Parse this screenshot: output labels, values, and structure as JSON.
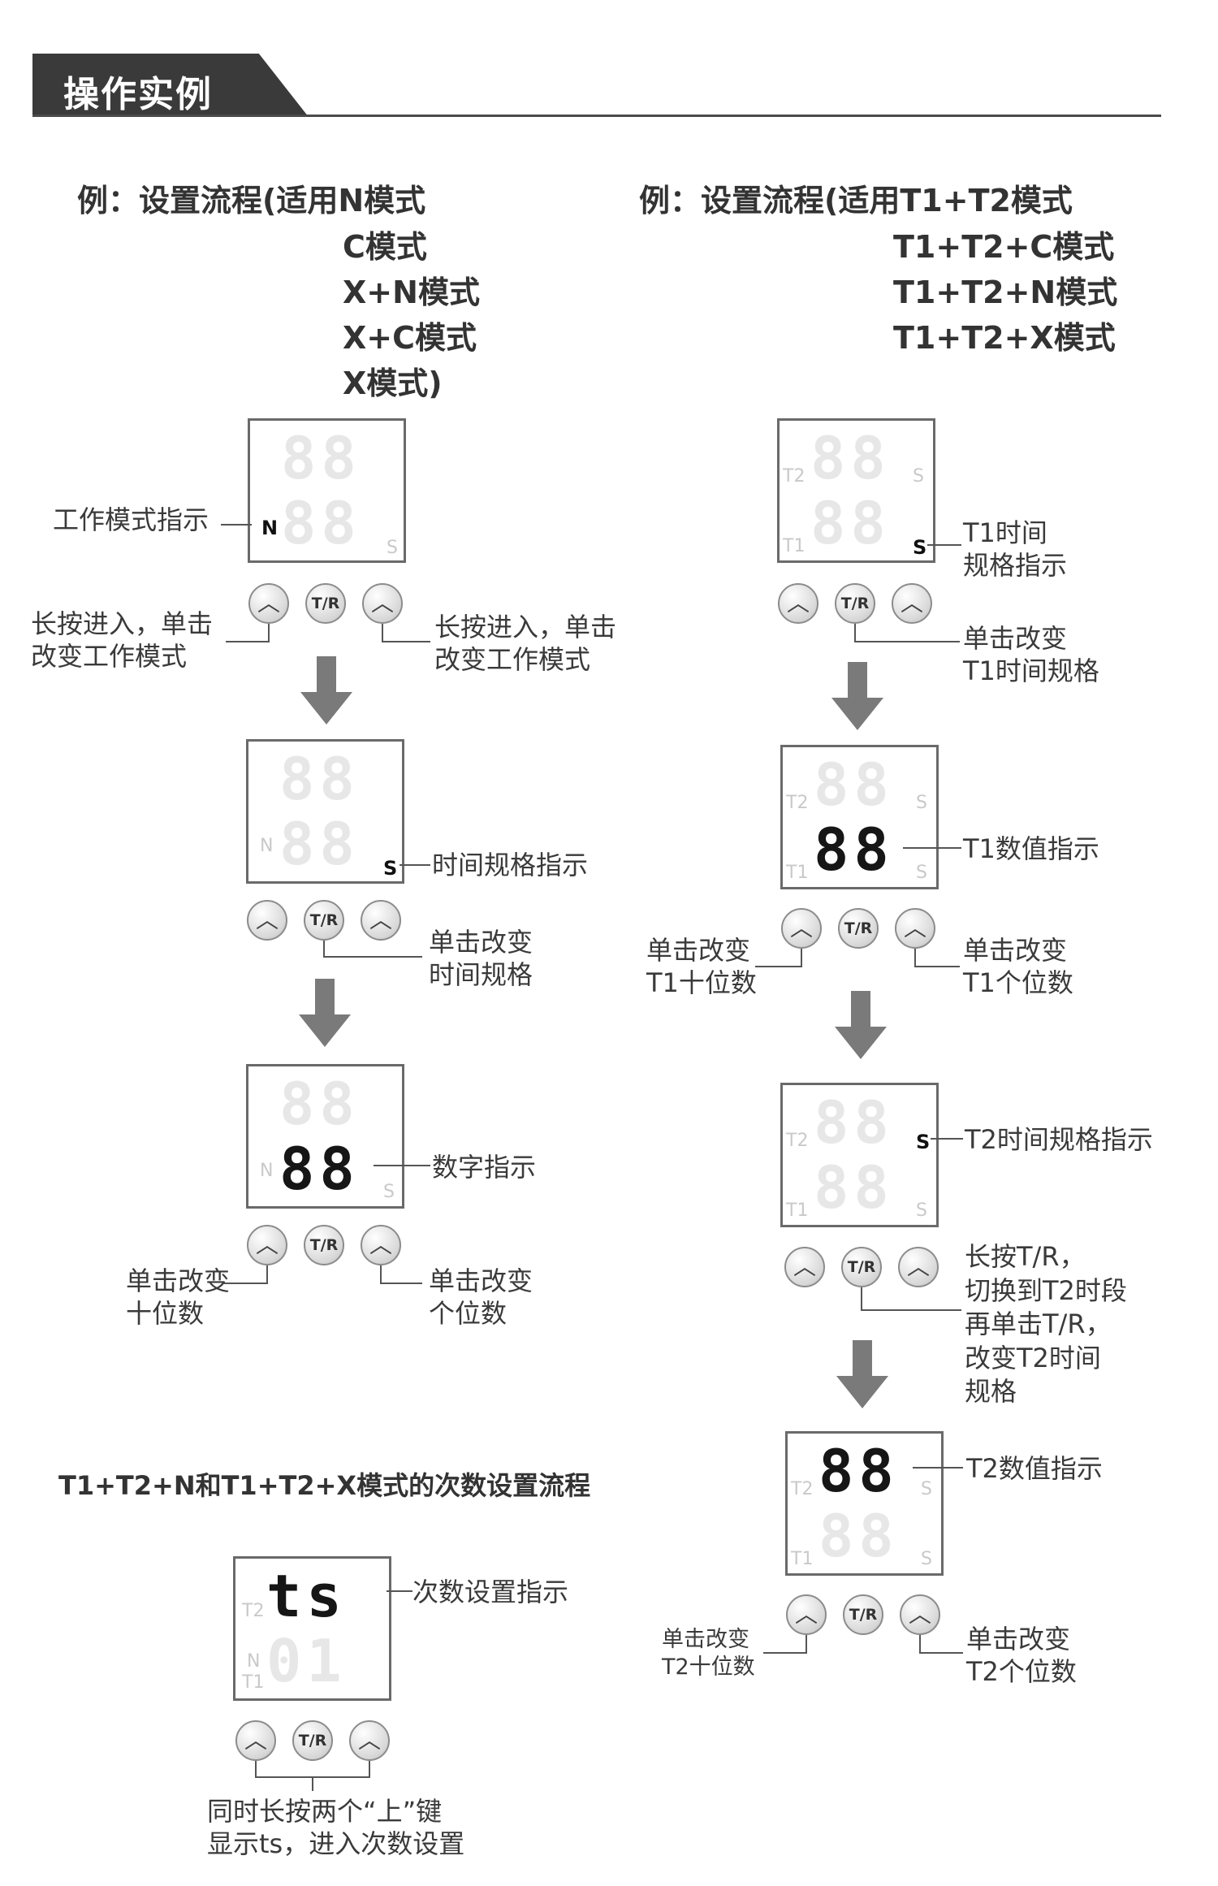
{
  "header": {
    "title": "操作实例"
  },
  "left": {
    "title": [
      "例：设置流程(适用N模式",
      "C模式",
      "X+N模式",
      "X+C模式",
      "X模式)"
    ],
    "step1": {
      "label_mode": "工作模式指示",
      "note_left": [
        "长按进入，单击",
        "改变工作模式"
      ],
      "note_right": [
        "长按进入，单击",
        "改变工作模式"
      ]
    },
    "step2": {
      "label_spec": "时间规格指示",
      "note": [
        "单击改变",
        "时间规格"
      ]
    },
    "step3": {
      "label_digit": "数字指示",
      "note_left": [
        "单击改变",
        "十位数"
      ],
      "note_right": [
        "单击改变",
        "个位数"
      ]
    },
    "count": {
      "title": "T1+T2+N和T1+T2+X模式的次数设置流程",
      "label": "次数设置指示",
      "note": [
        "同时长按两个“上”键",
        "显示ts，进入次数设置"
      ],
      "top_digits": "ts",
      "bottom_digits": "01"
    }
  },
  "right": {
    "title": [
      "例：设置流程(适用T1+T2模式",
      "T1+T2+C模式",
      "T1+T2+N模式",
      "T1+T2+X模式"
    ],
    "step1": {
      "label": [
        "T1时间",
        "规格指示"
      ],
      "note": [
        "单击改变",
        "T1时间规格"
      ]
    },
    "step2": {
      "label": "T1数值指示",
      "note_left": [
        "单击改变",
        "T1十位数"
      ],
      "note_right": [
        "单击改变",
        "T1个位数"
      ]
    },
    "step3": {
      "label": "T2时间规格指示",
      "note": [
        "长按T/R，",
        "切换到T2时段",
        "再单击T/R，",
        "改变T2时间",
        "规格"
      ]
    },
    "step4": {
      "label": "T2数值指示",
      "note_left": [
        "单击改变",
        "T2十位数"
      ],
      "note_right": [
        "单击改变",
        "T2个位数"
      ]
    }
  },
  "lcd": {
    "digits": "88",
    "ind_n": "N",
    "ind_s": "S",
    "ind_t1": "T1",
    "ind_t2": "T2"
  },
  "buttons": {
    "up_symbol": "︿",
    "tr_label": "T/R"
  }
}
